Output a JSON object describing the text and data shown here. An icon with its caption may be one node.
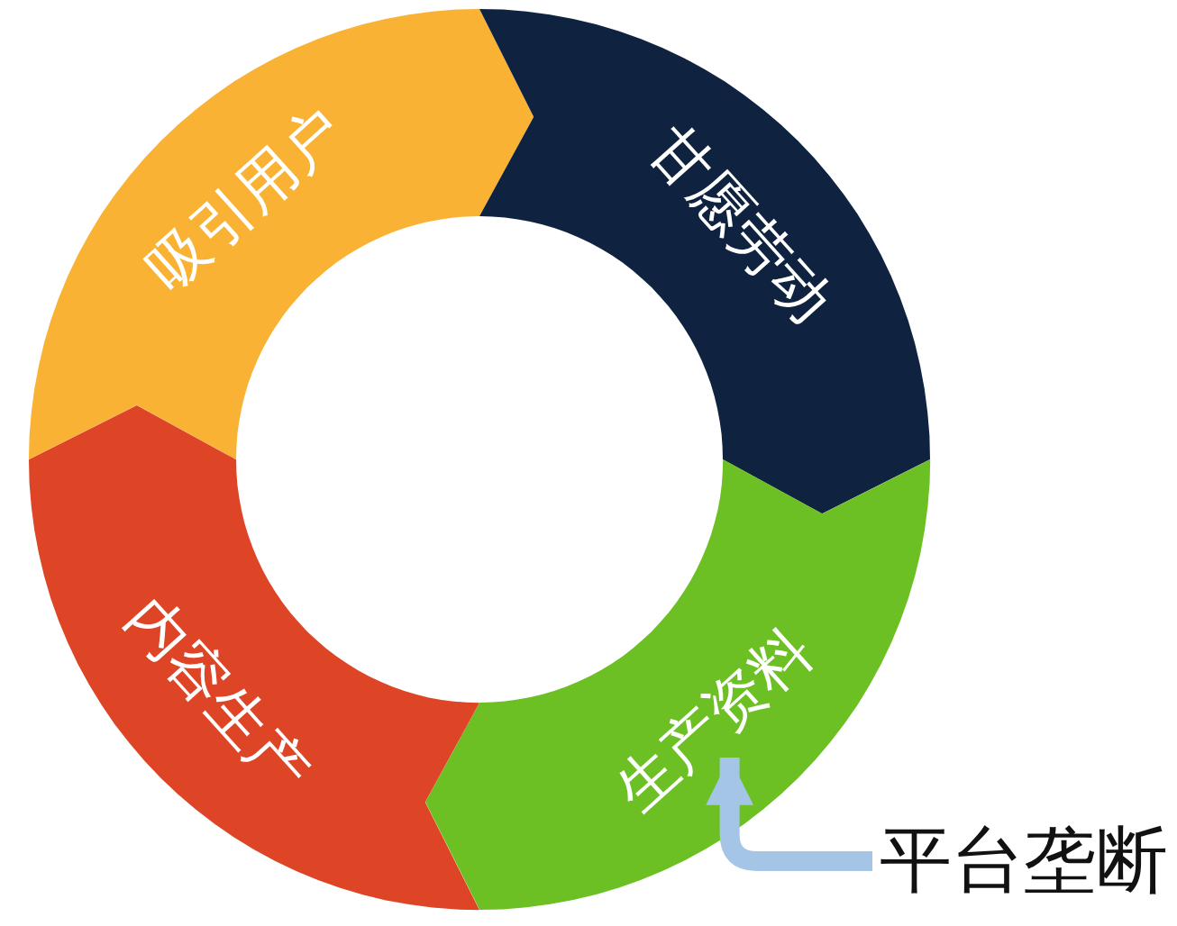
{
  "diagram": {
    "nodes": [
      {
        "text": [
          "吸引用户"
        ]
      },
      {
        "text": [
          "甘愿劳动"
        ]
      },
      {
        "text": [
          "生产资料"
        ]
      },
      {
        "text": [
          "内容生产"
        ]
      },
      {
        "text": [
          "平台垄断"
        ]
      }
    ],
    "edges": [
      {
        "from": 4,
        "to": 2,
        "arrow": "to",
        "color": "#a4c5e6"
      }
    ]
  }
}
